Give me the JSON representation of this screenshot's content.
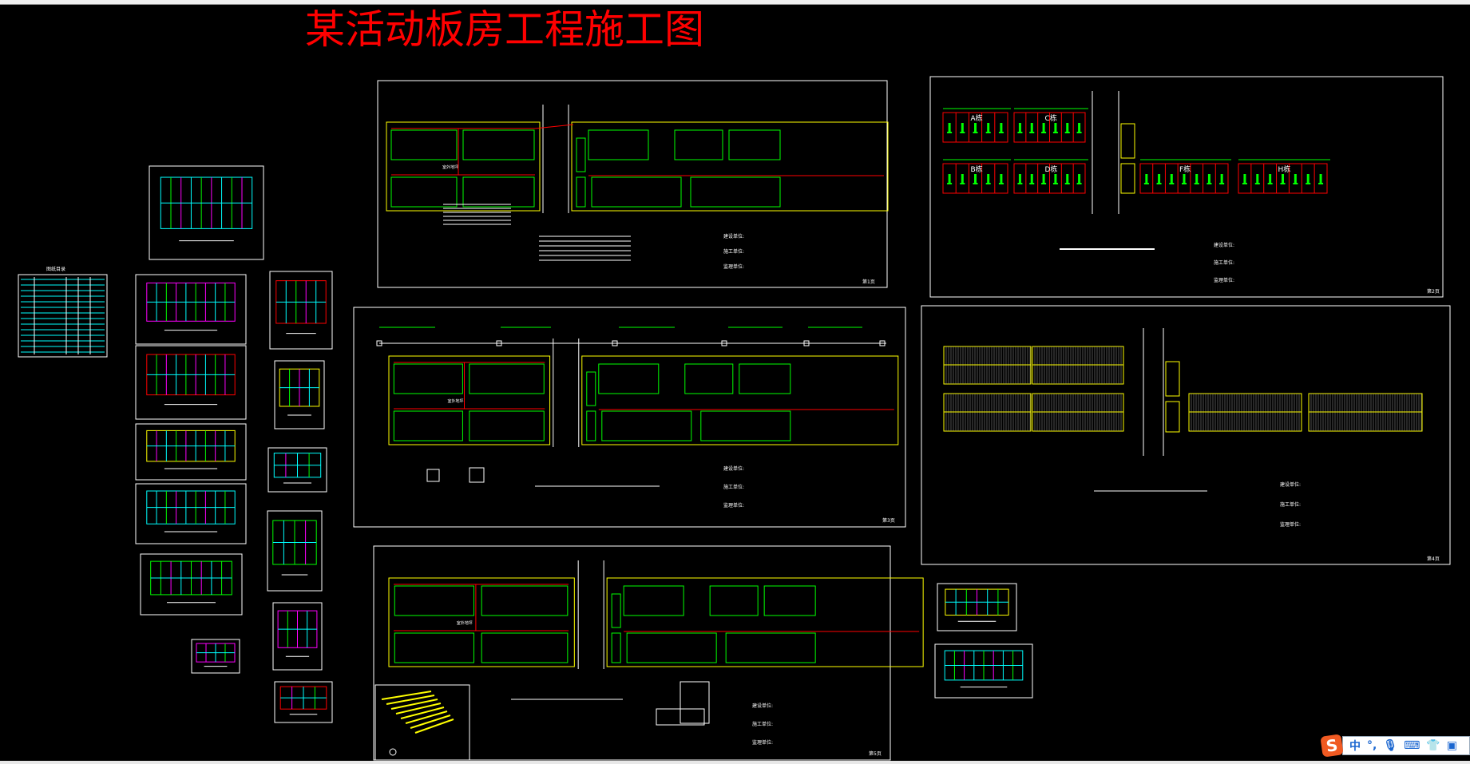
{
  "title": "某活动板房工程施工图",
  "colors": {
    "background": "#000000",
    "title": "#ff0000",
    "frame": "#ffffff",
    "room": "#00ff00",
    "wall": "#ff0000",
    "site": "#ffff00",
    "detail": "#00ffff"
  },
  "catalog_title": "图纸目录",
  "sheet1": {
    "outdoor": "室外地坪",
    "sign_labels": [
      "建设单位:",
      "施工单位:",
      "监理单位:"
    ],
    "page": "第1页"
  },
  "sheet2": {
    "buildings": [
      "A栋",
      "C栋",
      "B栋",
      "D栋",
      "F栋",
      "H栋"
    ],
    "sign_labels": [
      "建设单位:",
      "施工单位:",
      "监理单位:"
    ],
    "page": "第2页"
  },
  "sheet3": {
    "outdoor": "室外地坪",
    "sign_labels": [
      "建设单位:",
      "施工单位:",
      "监理单位:"
    ],
    "page": "第3页"
  },
  "sheet4": {
    "sign_labels": [
      "建设单位:",
      "施工单位:",
      "监理单位:"
    ],
    "page": "第4页"
  },
  "sheet5": {
    "outdoor": "室外地坪",
    "sign_labels": [
      "建设单位:",
      "施工单位:",
      "监理单位:"
    ],
    "page": "第5页"
  },
  "ime": {
    "icons": [
      "sogou-logo",
      "chinese-mode",
      "punctuation",
      "microphone",
      "keyboard",
      "skin",
      "toolbox"
    ],
    "mode": "中",
    "punct": "°,"
  }
}
